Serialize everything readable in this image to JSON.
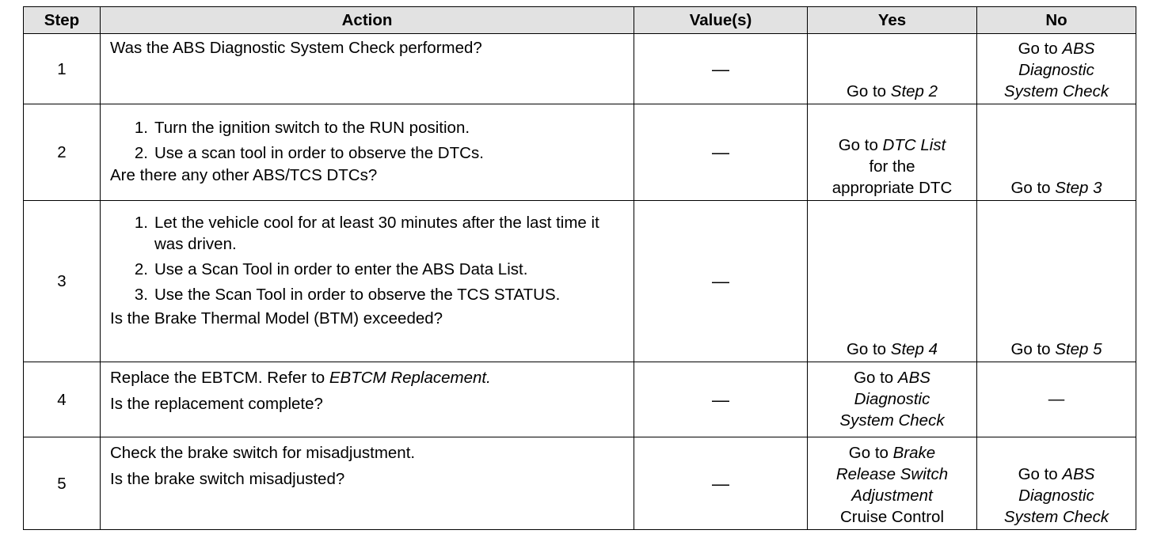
{
  "headers": {
    "step": "Step",
    "action": "Action",
    "values": "Value(s)",
    "yes": "Yes",
    "no": "No"
  },
  "rows": [
    {
      "step": "1",
      "action_text": "Was the ABS Diagnostic System Check performed?",
      "value": "—",
      "yes": {
        "prefix": "Go to",
        "italic": "Step 2"
      },
      "no": {
        "prefix": "Go to",
        "italic1": "ABS",
        "italic2": "Diagnostic",
        "italic3": "System Check"
      }
    },
    {
      "step": "2",
      "items": [
        {
          "num": "1.",
          "text": "Turn the ignition switch to the RUN position."
        },
        {
          "num": "2.",
          "text": "Use a scan tool in order to observe the DTCs."
        }
      ],
      "question": "Are there any other ABS/TCS DTCs?",
      "value": "—",
      "yes": {
        "prefix": "Go to",
        "italic": "DTC List",
        "line2": "for the",
        "line3": "appropriate DTC"
      },
      "no": {
        "prefix": "Go to",
        "italic": "Step 3"
      }
    },
    {
      "step": "3",
      "items": [
        {
          "num": "1.",
          "text": "Let the vehicle cool for at least 30 minutes after the last time it was driven."
        },
        {
          "num": "2.",
          "text": "Use a Scan Tool in order to enter the ABS Data List."
        },
        {
          "num": "3.",
          "text": "Use the Scan Tool in order to observe the TCS STATUS."
        }
      ],
      "question": "Is the Brake Thermal Model (BTM) exceeded?",
      "value": "—",
      "yes": {
        "prefix": "Go to",
        "italic": "Step 4"
      },
      "no": {
        "prefix": "Go to",
        "italic": "Step 5"
      }
    },
    {
      "step": "4",
      "action_prefix": "Replace the EBTCM. Refer to",
      "action_italic": "EBTCM Replacement.",
      "question": "Is the replacement complete?",
      "value": "—",
      "yes": {
        "prefix": "Go to",
        "italic1": "ABS",
        "italic2": "Diagnostic",
        "italic3": "System Check"
      },
      "no": "—"
    },
    {
      "step": "5",
      "action_text": "Check the brake switch for misadjustment.",
      "question": "Is the brake switch misadjusted?",
      "value": "—",
      "yes": {
        "prefix": "Go to",
        "italic1": "Brake",
        "italic2": "Release Switch",
        "italic3": "Adjustment",
        "line4": "Cruise Control"
      },
      "no": {
        "prefix": "Go to",
        "italic1": "ABS",
        "italic2": "Diagnostic",
        "italic3": "System Check"
      }
    }
  ]
}
